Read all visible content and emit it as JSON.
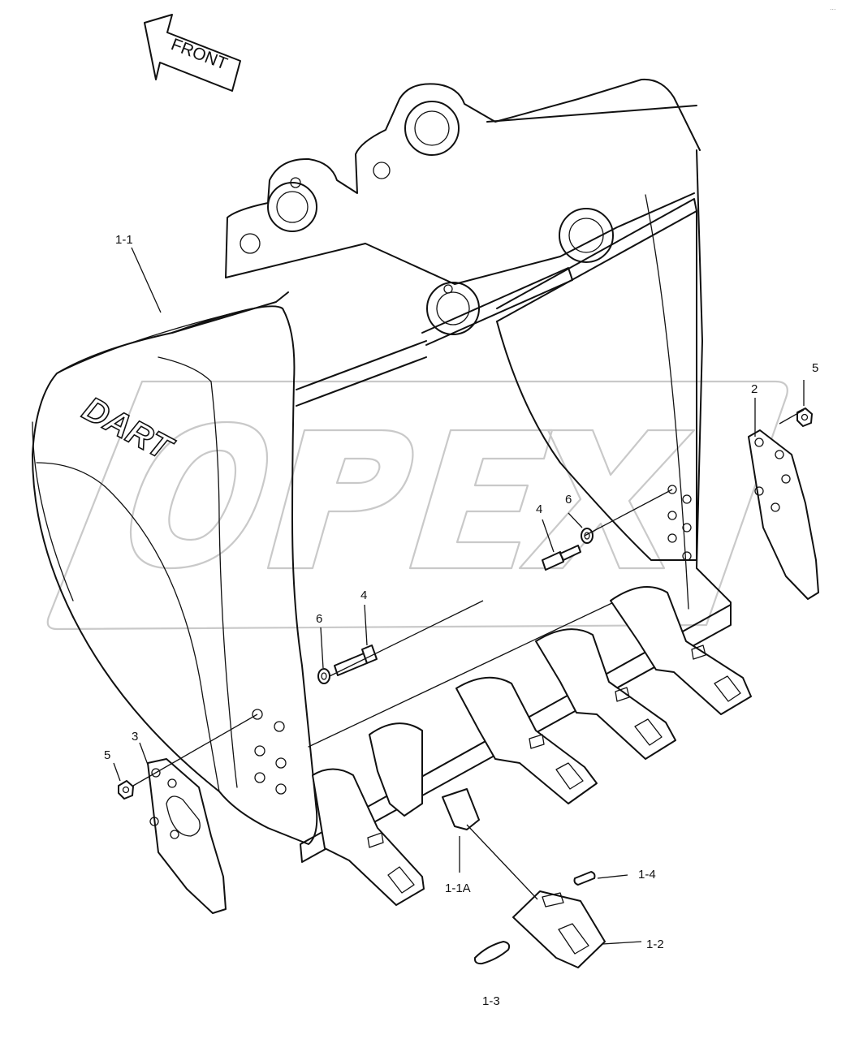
{
  "diagram": {
    "direction_label": "FRONT",
    "brand_logo": "DART",
    "watermark": "OPEX",
    "corner_mark": "...",
    "callouts": [
      {
        "id": "1-1"
      },
      {
        "id": "1-1A"
      },
      {
        "id": "1-2"
      },
      {
        "id": "1-3"
      },
      {
        "id": "1-4"
      },
      {
        "id": "2"
      },
      {
        "id": "3"
      },
      {
        "id": "4"
      },
      {
        "id": "4"
      },
      {
        "id": "5"
      },
      {
        "id": "5"
      },
      {
        "id": "6"
      },
      {
        "id": "6"
      }
    ]
  }
}
